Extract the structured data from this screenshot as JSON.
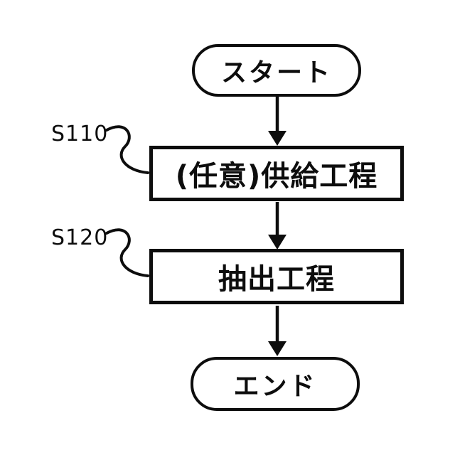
{
  "diagram": {
    "type": "flowchart",
    "orientation": "top-down",
    "nodes": [
      {
        "id": "start",
        "shape": "terminator",
        "label": "スタート"
      },
      {
        "id": "supply-step",
        "shape": "process",
        "label": "(任意)供給工程",
        "ref": "S110"
      },
      {
        "id": "extraction-step",
        "shape": "process",
        "label": "抽出工程",
        "ref": "S120"
      },
      {
        "id": "end",
        "shape": "terminator",
        "label": "エンド"
      }
    ],
    "edges": [
      {
        "from": "start",
        "to": "supply-step",
        "style": "arrow"
      },
      {
        "from": "supply-step",
        "to": "extraction-step",
        "style": "arrow"
      },
      {
        "from": "extraction-step",
        "to": "end",
        "style": "arrow"
      },
      {
        "from": "S110",
        "to": "supply-step",
        "style": "squiggle-callout"
      },
      {
        "from": "S120",
        "to": "extraction-step",
        "style": "squiggle-callout"
      }
    ],
    "colors": {
      "stroke": "#0d0d0d",
      "text": "#0d0d0d",
      "background": "#ffffff"
    }
  }
}
